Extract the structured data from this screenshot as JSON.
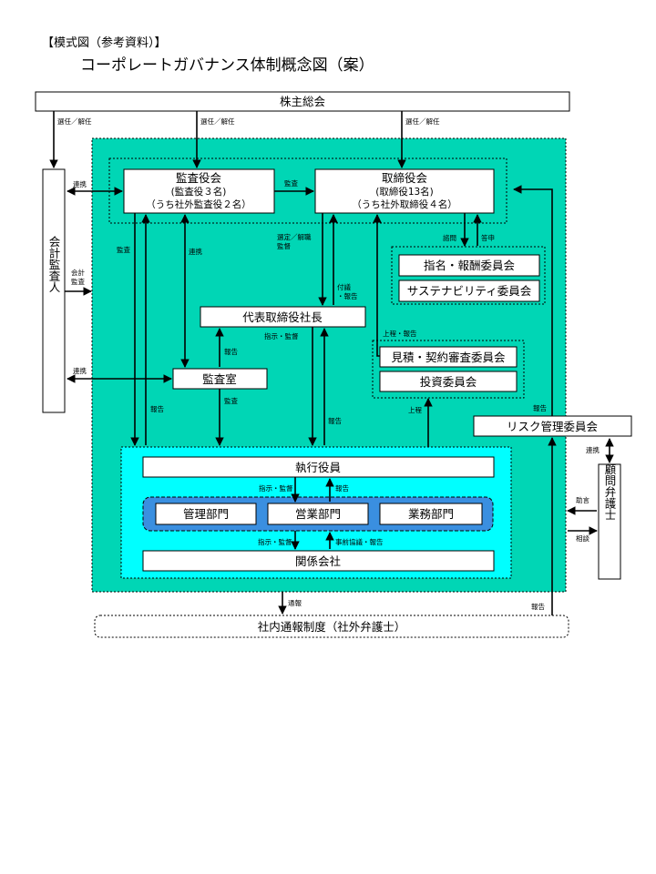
{
  "header": {
    "subtitle": "【模式図（参考資料）】",
    "title": "コーポレートガバナンス体制概念図（案）"
  },
  "nodes": {
    "shareholders": "株主総会",
    "auditors_board": {
      "name": "監査役会",
      "line1": "(監査役３名)",
      "line2": "（うち社外監査役２名）"
    },
    "board": {
      "name": "取締役会",
      "line1": "(取締役13名)",
      "line2": "（うち社外取締役４名）"
    },
    "nomination": "指名・報酬委員会",
    "sustainability": "サステナビリティ委員会",
    "president": "代表取締役社長",
    "estimate": "見積・契約審査委員会",
    "investment": "投資委員会",
    "audit_office": "監査室",
    "risk": "リスク管理委員会",
    "officers": "執行役員",
    "admin_dept": "管理部門",
    "sales_dept": "営業部門",
    "business_dept": "業務部門",
    "affiliates": "関係会社",
    "accounting_auditor": "会計監査人",
    "lawyer": "顧問弁護士",
    "whistleblower": "社内通報制度（社外弁護士）"
  },
  "labels": {
    "elect1": "選任／解任",
    "elect2": "選任／解任",
    "elect3": "選任／解任",
    "renkei1": "連携",
    "kaikei_kansa": [
      "会計",
      "監査"
    ],
    "renkei2": "連携",
    "kansa_top": "監査",
    "kansa_left": "監査",
    "renkei_mid": "連携",
    "senjo": [
      "選定／解職",
      "監督"
    ],
    "fugi": [
      "付議",
      "・報告"
    ],
    "shimon": "諮問",
    "toshin": "答申",
    "hokoku_pres": "報告",
    "shiji_pres": "指示・監督",
    "joutei_report": "上程・報告",
    "hokoku_ao": "報告",
    "kansa_ao": "監査",
    "hokoku_mid": "報告",
    "joutei": "上程",
    "hokoku_risk": "報告",
    "renkei_law": "連携",
    "shiji_off": "指示・監督",
    "hokoku_off": "報告",
    "jogen": "助言",
    "soudan": "相談",
    "shiji_aff": "指示・監督",
    "jizen": "事前協議・報告",
    "tsuho": "通報",
    "hokoku_wb": "報告"
  }
}
